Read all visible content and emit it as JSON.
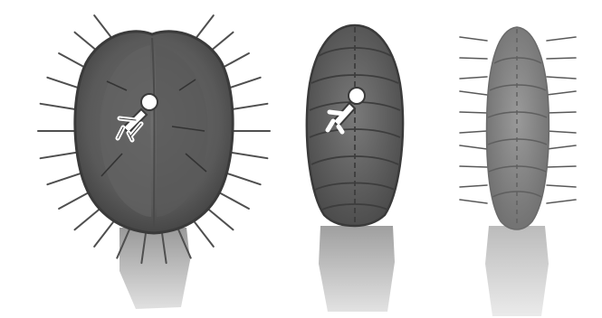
{
  "figure": {
    "panels": [
      {
        "stage": "open",
        "shows_insect": true
      },
      {
        "stage": "closed-digesting",
        "shows_insect": true
      },
      {
        "stage": "closed-empty",
        "shows_insect": false
      }
    ]
  },
  "colors": {
    "background": "#ffffff",
    "trap_dark": "#4d4d4d",
    "trap_mid": "#6a6a6a",
    "lobe_fill": "#5e5e5e",
    "petiole": "#b9b9b9",
    "cilia": "#555555",
    "insect": "#ffffff",
    "insect_outline": "#3a3a3a"
  }
}
